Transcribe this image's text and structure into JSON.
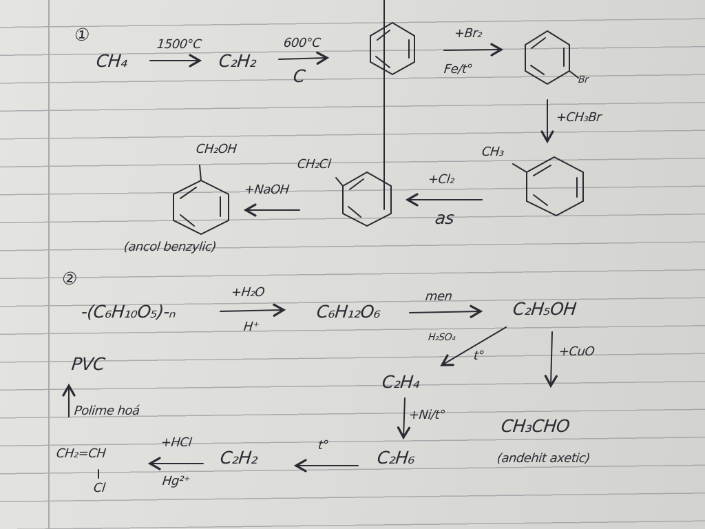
{
  "part1": {
    "number": "①",
    "ch4": "CH₄",
    "cond_1500": "1500°C",
    "c2h2": "C₂H₂",
    "cond_600": "600°C",
    "cond_c": "C",
    "br2": "+Br₂",
    "fe_t": "Fe/t°",
    "br": "Br",
    "ch3br": "+CH₃Br",
    "ch3": "CH₃",
    "cl2": "+Cl₂",
    "as": "as",
    "ch2cl": "CH₂Cl",
    "naoh": "+NaOH",
    "ch2oh": "CH₂OH",
    "ancol": "(ancol benzylic)"
  },
  "part2": {
    "number": "②",
    "starch": "-(C₆H₁₀O₅)-ₙ",
    "h2o": "+H₂O",
    "h_plus": "H⁺",
    "glucose": "C₆H₁₂O₆",
    "men": "men",
    "ethanol": "C₂H₅OH",
    "h2so4": "H₂SO₄",
    "t1": "t°",
    "cuo": "+CuO",
    "pvc": "PVC",
    "polime": "Polime hoá",
    "c2h4": "C₂H₄",
    "ni_t": "+Ni/t°",
    "ch3cho": "CH₃CHO",
    "andehit": "(andehit axetic)",
    "c2h6": "C₂H₆",
    "t2": "t°",
    "c2h2": "C₂H₂",
    "hcl": "+HCl",
    "hg": "Hg²⁺",
    "vinyl": "CH₂=CH",
    "cl": "Cl"
  }
}
